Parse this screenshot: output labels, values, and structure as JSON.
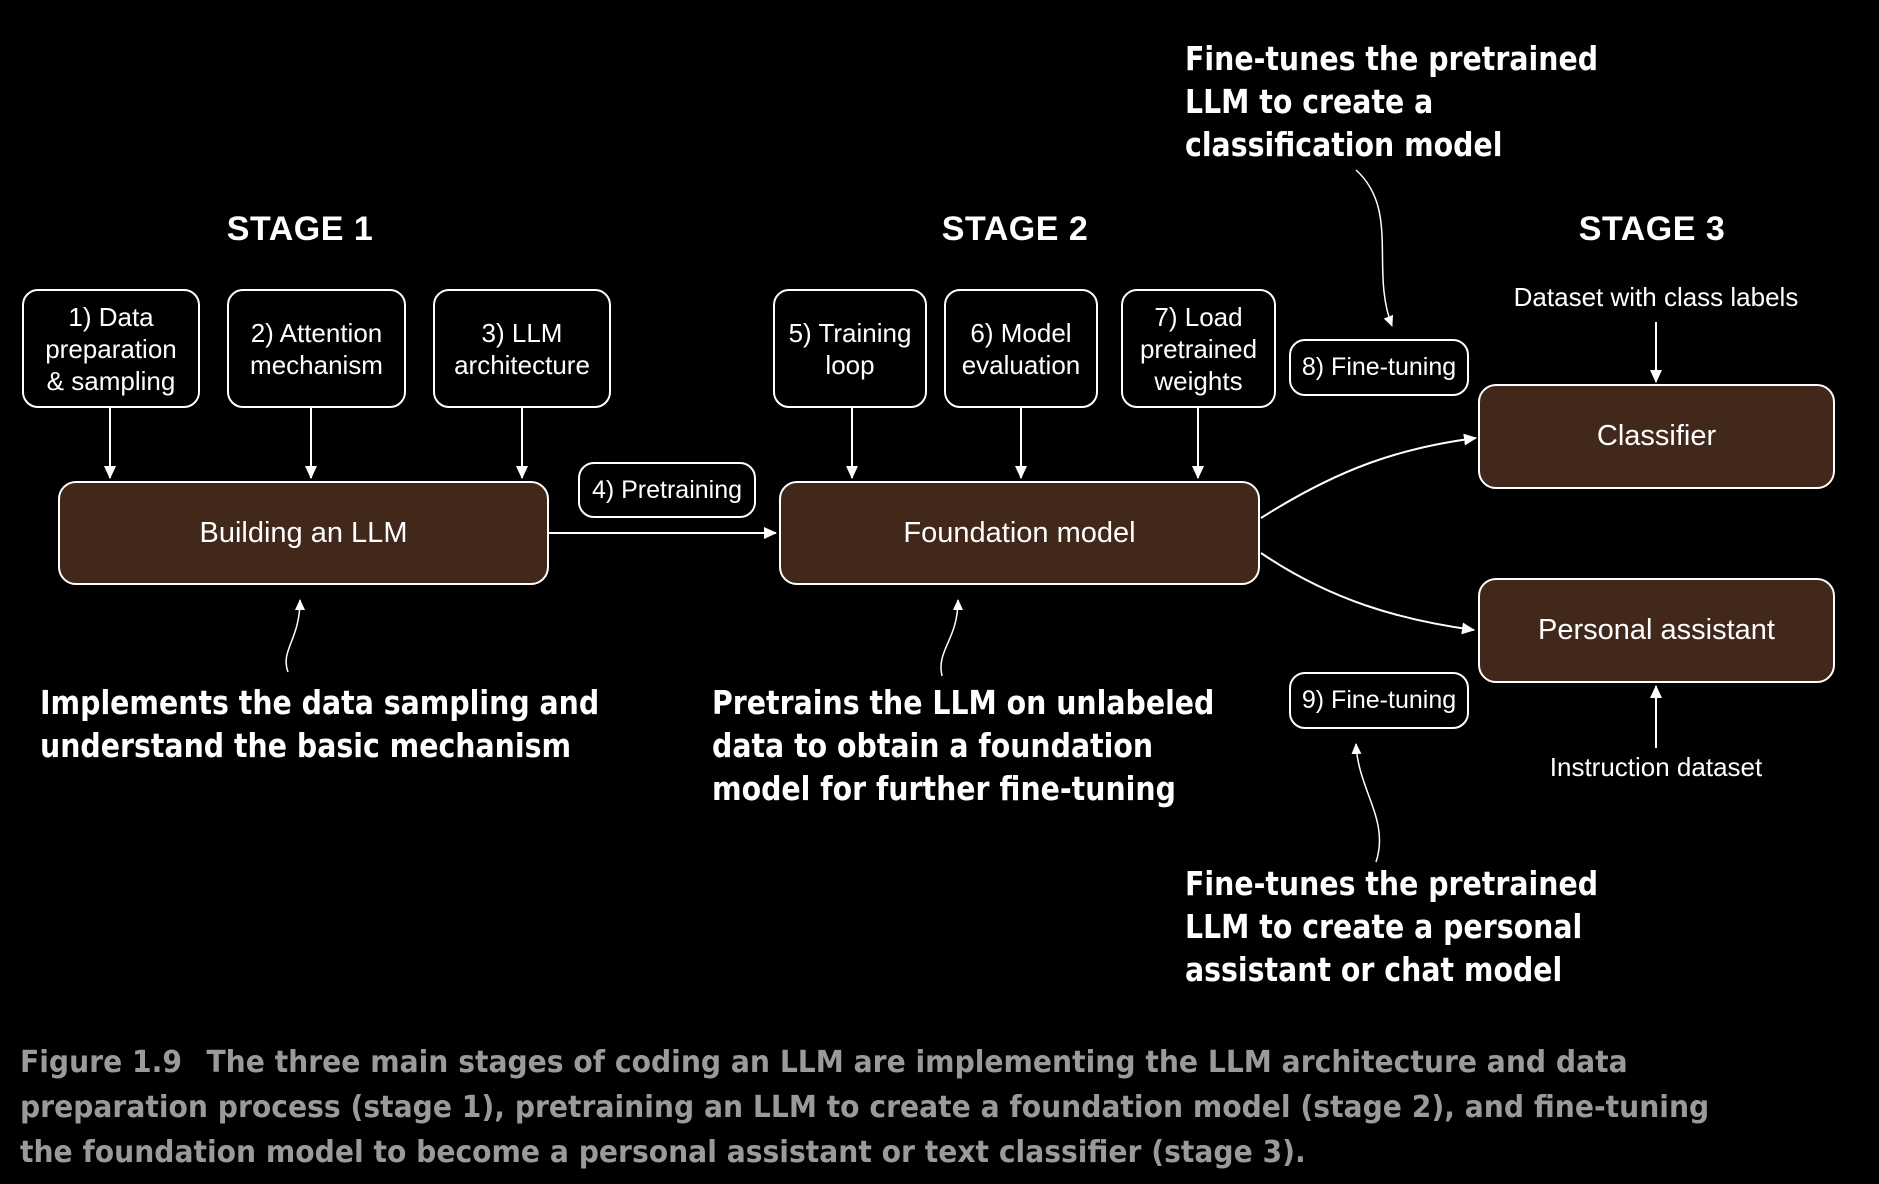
{
  "colors": {
    "background": "#000000",
    "box_fill": "#41281a",
    "foreground": "#ffffff",
    "caption": "#9a9a9a"
  },
  "stages": [
    {
      "title": "STAGE 1"
    },
    {
      "title": "STAGE 2"
    },
    {
      "title": "STAGE 3"
    }
  ],
  "steps": {
    "s1": "1) Data\npreparation\n& sampling",
    "s2": "2) Attention\nmechanism",
    "s3": "3) LLM\narchitecture",
    "s4": "4) Pretraining",
    "s5": "5) Training\nloop",
    "s6": "6) Model\nevaluation",
    "s7": "7) Load\npretrained\nweights",
    "s8": "8) Fine-tuning",
    "s9": "9) Fine-tuning"
  },
  "nodes": {
    "building": "Building an LLM",
    "foundation": "Foundation model",
    "classifier": "Classifier",
    "assistant": "Personal assistant"
  },
  "inputs": {
    "class_labels": "Dataset with class labels",
    "instruction": "Instruction dataset"
  },
  "annotations": {
    "stage1": "Implements the data sampling and\nunderstand the basic mechanism",
    "stage2": "Pretrains the LLM on unlabeled\ndata to obtain a foundation\nmodel for further fine-tuning",
    "classifier": "Fine-tunes the pretrained\nLLM to create a\nclassification model",
    "assistant": "Fine-tunes the pretrained\nLLM to create a personal\nassistant or chat model"
  },
  "caption": {
    "number": "Figure 1.9",
    "text": "The three main stages of coding an LLM are implementing the LLM architecture and data preparation process (stage 1), pretraining an LLM to create a foundation model (stage 2), and fine-tuning the foundation model to become a personal assistant or text classifier (stage 3)."
  }
}
